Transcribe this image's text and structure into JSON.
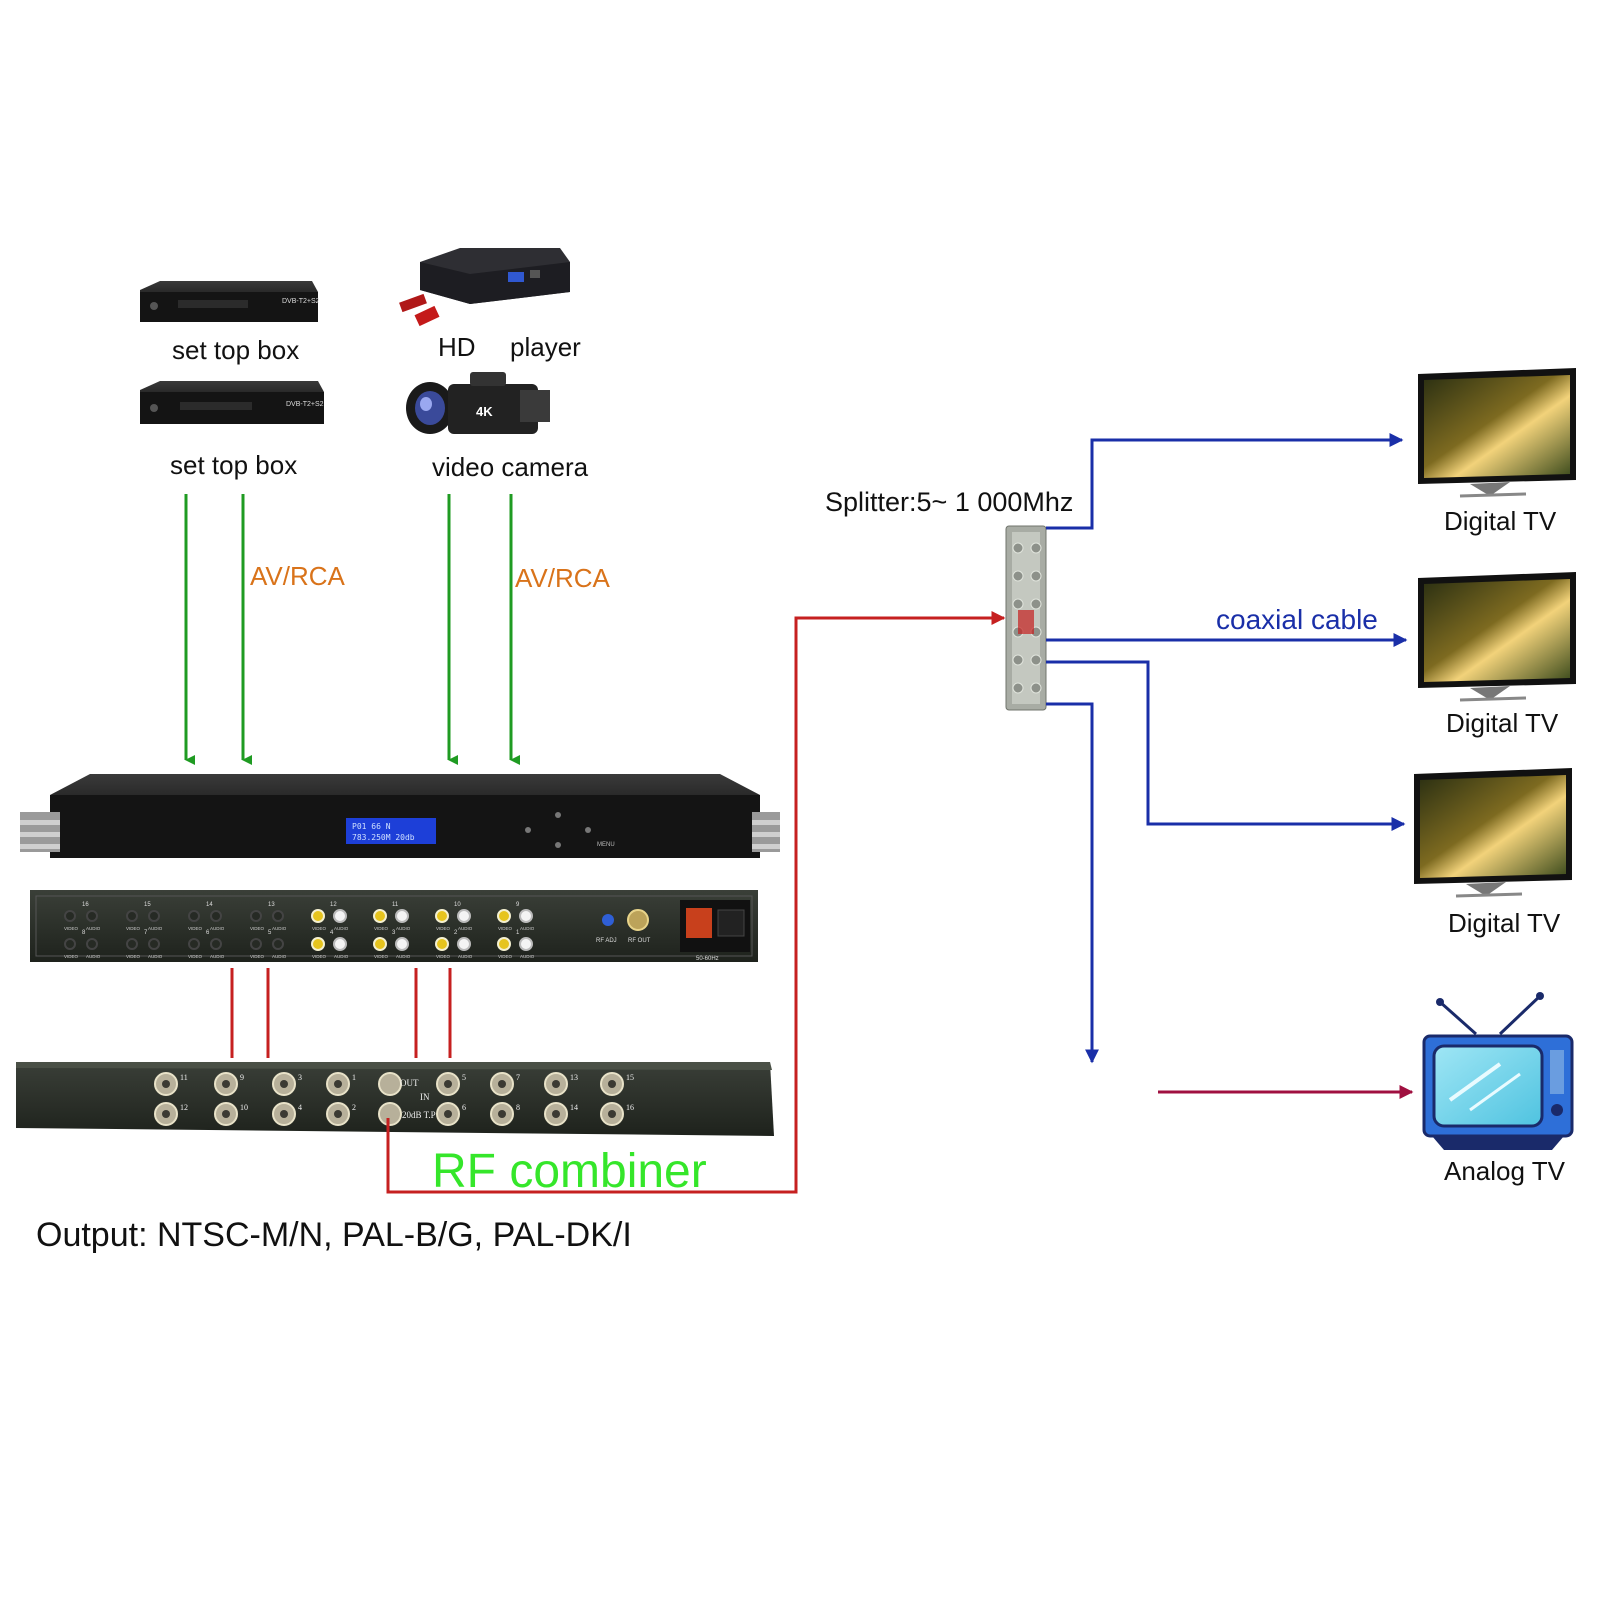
{
  "sources": {
    "stb1_label": "set top box",
    "stb2_label": "set top box",
    "hd_label": "HD",
    "player_label": "player",
    "camera_label": "video camera",
    "camera_badge": "4K",
    "stb_model": "DVB-T2+S2"
  },
  "connections": {
    "av_left": "AV/RCA",
    "av_right": "AV/RCA",
    "coax_label": "coaxial cable"
  },
  "modulator": {
    "lcd_line1": "P01   66   N",
    "lcd_line2": "783.250M  20db",
    "menu_label": "MENU",
    "channel_labels": [
      "16",
      "15",
      "14",
      "13",
      "12",
      "11",
      "10",
      "9",
      "8",
      "7",
      "6",
      "5",
      "4",
      "3",
      "2",
      "1"
    ],
    "video_label": "VIDEO",
    "audio_label": "AUDIO",
    "rf_adj_label": "RF ADJ",
    "rf_out_label": "RF OUT",
    "power_label": "50-60Hz"
  },
  "combiner": {
    "title": "RF combiner",
    "out_label": "OUT",
    "in_label": "IN",
    "tp_label": "20dB T.P",
    "port_numbers": [
      "11",
      "9",
      "3",
      "1",
      "5",
      "7",
      "13",
      "15",
      "12",
      "10",
      "4",
      "2",
      "6",
      "8",
      "14",
      "16"
    ]
  },
  "splitter": {
    "label": "Splitter:5~ 1 000Mhz"
  },
  "tvs": {
    "digital_1": "Digital TV",
    "digital_2": "Digital TV",
    "digital_3": "Digital TV",
    "analog": "Analog TV"
  },
  "output_note": "Output: NTSC-M/N, PAL-B/G, PAL-DK/I",
  "colors": {
    "av_line": "#1f9b22",
    "rf_line": "#c62020",
    "coax_line": "#1a2fa8",
    "analog_line": "#a01040",
    "av_label": "#d9731a",
    "combiner_title": "#35e62a",
    "lcd": "#1d3fd8"
  }
}
